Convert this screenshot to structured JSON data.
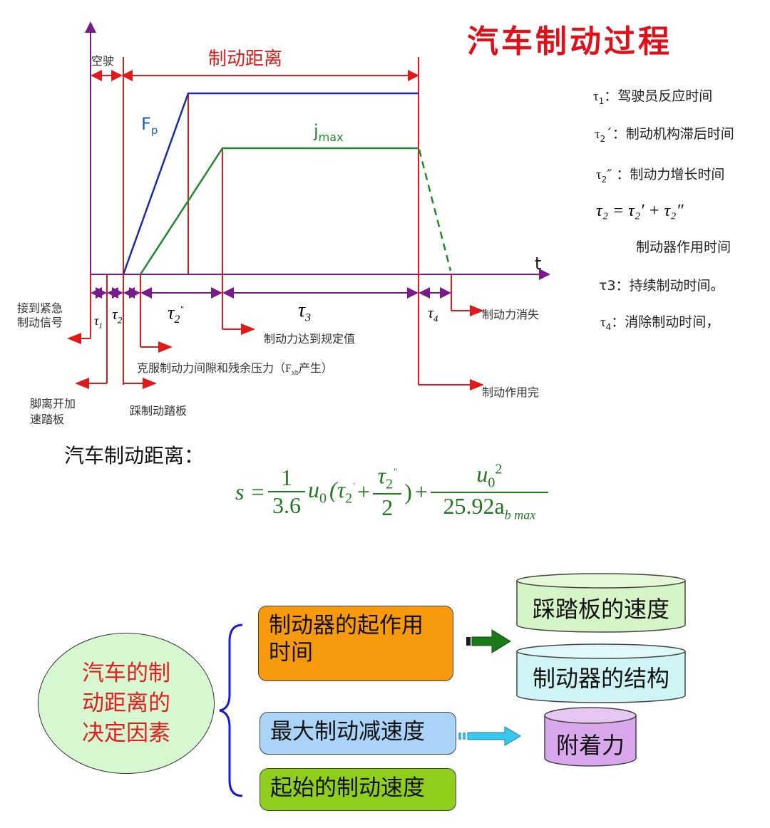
{
  "title": "汽车制动过程",
  "diagram": {
    "labels": {
      "kongshi": "空驶",
      "braking_distance": "制动距离",
      "fp": "F",
      "fp_sub": "p",
      "jmax": "j",
      "jmax_sub": "max",
      "t_axis": "t",
      "tau1": "τ",
      "tau1_sub": "1",
      "tau2p": "τ",
      "tau2p_sub": "2",
      "tau2p_mark": "'",
      "tau2pp": "τ",
      "tau2pp_sub": "2",
      "tau2pp_mark": "\"",
      "tau3": "τ",
      "tau3_sub": "3",
      "tau4": "τ",
      "tau4_sub": "4"
    },
    "annotations": {
      "receive_signal_1": "接到紧急",
      "receive_signal_2": "制动信号",
      "foot_off_1": "脚离开加",
      "foot_off_2": "速踏板",
      "press_pedal": "踩制动踏板",
      "overcome_gap": "克服制动力间隙和残余压力（F",
      "overcome_gap_sub": "xb",
      "overcome_gap_end": "产生）",
      "force_reached": "制动力达到规定值",
      "force_vanish": "制动力消失",
      "braking_done": "制动作用完"
    }
  },
  "legend": {
    "items": [
      {
        "sym": "τ",
        "sub": "1",
        "mark": "",
        "text": "：驾驶员反应时间"
      },
      {
        "sym": "τ",
        "sub": "2",
        "mark": "´",
        "text": "：制动机构滞后时间"
      },
      {
        "sym": "τ",
        "sub": "2",
        "mark": "″",
        "text": " ：制动力增长时间"
      }
    ],
    "equation": "τ₂ = τ₂′ + τ₂″",
    "equation_caption": "制动器作用时间",
    "tau3": "τ3：持续制动时间。",
    "tau4_sym": "τ",
    "tau4_sub": "4",
    "tau4_text": "：消除制动时间，"
  },
  "formula": {
    "label": "汽车制动距离：",
    "lhs": "s =",
    "frac1_num": "1",
    "frac1_den": "3.6",
    "u0": "u",
    "u0_sub": "0",
    "paren_open": "(τ",
    "tau2_sub": "2",
    "tau2_mark": "'",
    "plus": "+",
    "frac2_num": "τ",
    "frac2_num_sub": "2",
    "frac2_num_mark": "\"",
    "frac2_den": "2",
    "paren_close": ")",
    "plus2": "+",
    "frac3_num": "u",
    "frac3_num_sub": "0",
    "frac3_num_sup": "2",
    "frac3_den": "25.92a",
    "frac3_den_sub": "b max"
  },
  "factors": {
    "center": "汽车的制动距离的决定因素",
    "items": [
      {
        "label": "制动器的起作用时间",
        "color": "#f89a0e"
      },
      {
        "label": "最大制动减速度",
        "color": "#a9d3f7"
      },
      {
        "label": "起始的制动速度",
        "color": "#8fce1c"
      }
    ],
    "sub_factors": [
      {
        "label": "踩踏板的速度",
        "color": "#d6f5c6"
      },
      {
        "label": "制动器的结构",
        "color": "#cff4f6"
      },
      {
        "label": "附着力",
        "color": "#d9a8ec"
      }
    ]
  }
}
